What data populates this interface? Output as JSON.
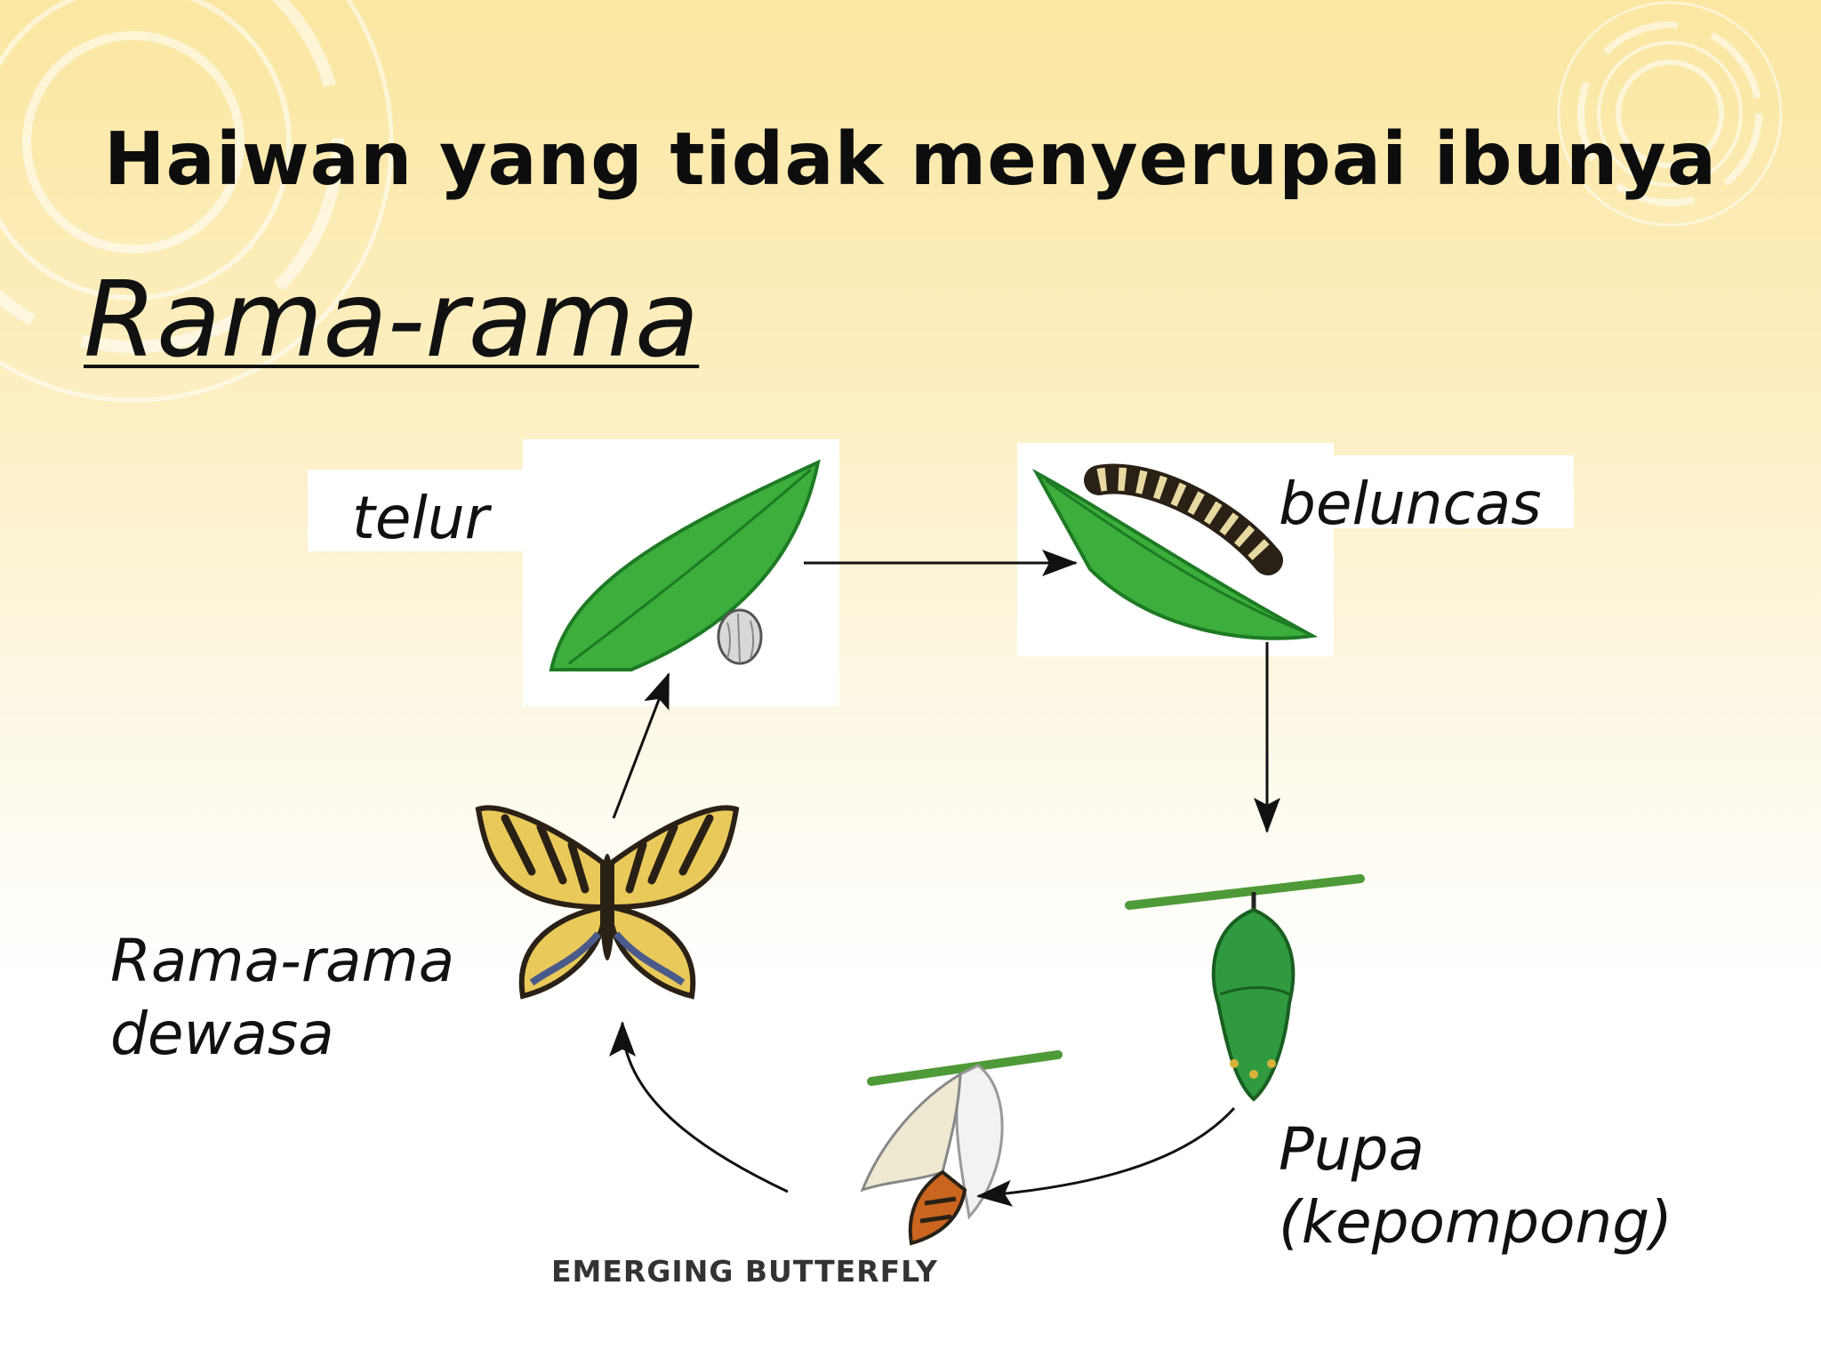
{
  "slide": {
    "title": "Haiwan yang tidak menyerupai ibunya",
    "subtitle": "Rama-rama"
  },
  "diagram": {
    "stages": [
      {
        "label": "telur",
        "illustration": "leaf-with-egg"
      },
      {
        "label": "beluncas",
        "illustration": "caterpillar-on-leaf"
      },
      {
        "label_lines": [
          "Pupa",
          "(kepompong)"
        ],
        "illustration": "green-chrysalis"
      },
      {
        "label": "EMERGING BUTTERFLY",
        "illustration": "butterfly-emerging-from-chrysalis"
      },
      {
        "label_lines": [
          "Rama-rama",
          "dewasa"
        ],
        "illustration": "swallowtail-butterfly"
      }
    ],
    "arrows": [
      "telur → beluncas",
      "beluncas → Pupa (kepompong)",
      "Pupa (kepompong) → EMERGING BUTTERFLY",
      "EMERGING BUTTERFLY → Rama-rama dewasa",
      "Rama-rama dewasa → telur"
    ],
    "colors": {
      "leaf": "#3cae3c",
      "leaf_dark": "#1e7a24",
      "chrysalis": "#2f9a3f",
      "butterfly_yellow": "#e9c95a",
      "butterfly_black": "#2a2116",
      "arrow": "#111111"
    }
  }
}
